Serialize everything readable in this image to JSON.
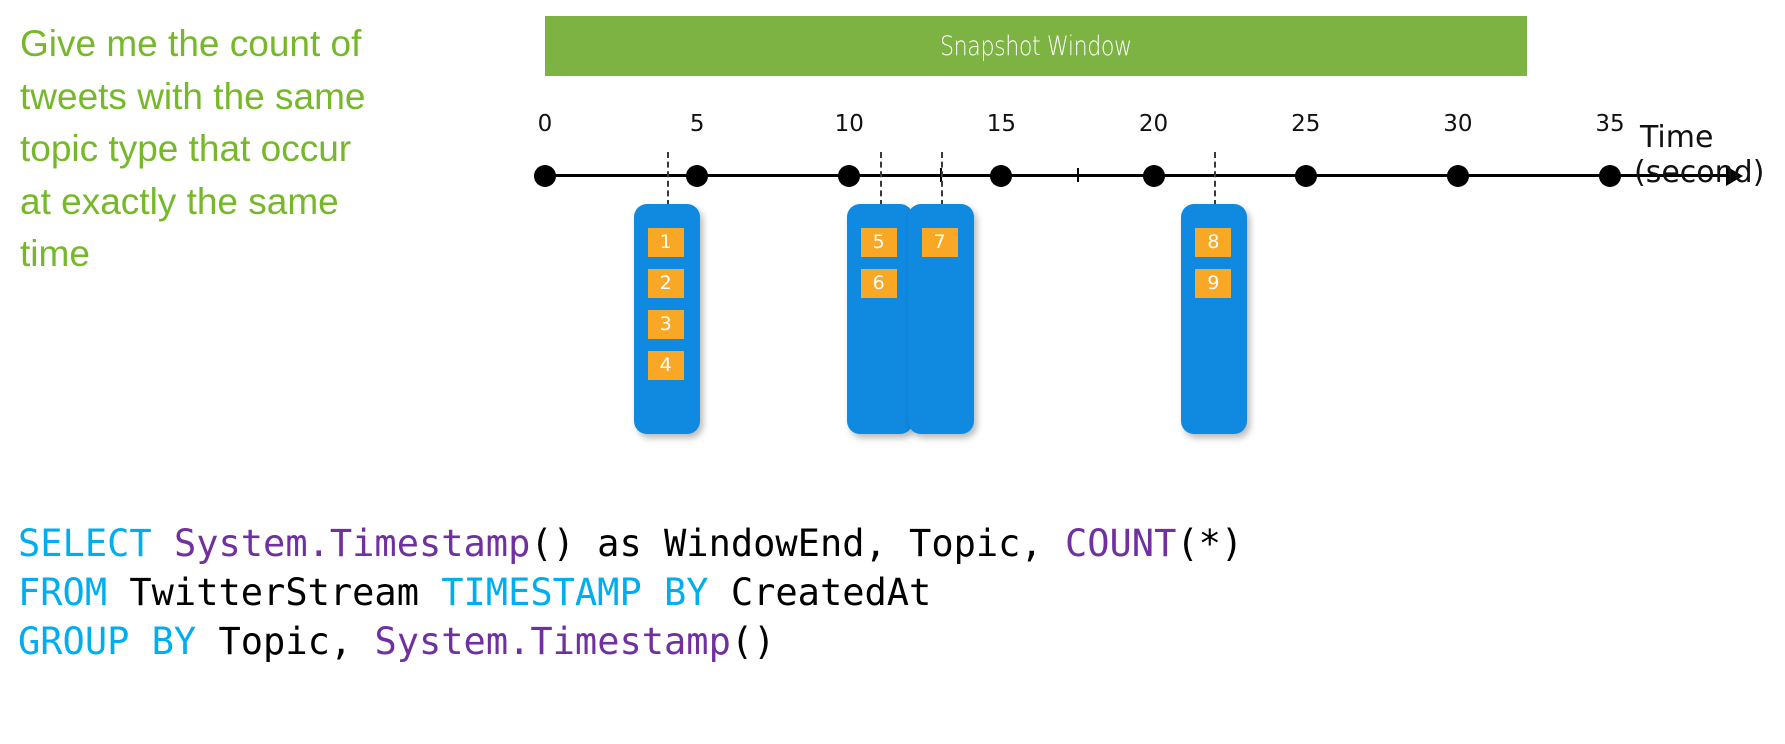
{
  "question": {
    "text": "Give me the count of\ntweets with the same\ntopic type that occur\nat exactly the same\ntime",
    "color": "#76B82A"
  },
  "snapshot_bar": {
    "label": "Snapshot Window",
    "background": "#7CB342",
    "text_color": "#FFFFFF"
  },
  "timeline": {
    "axis_caption_line1": "Time",
    "axis_caption_line2": "(second)",
    "tick_labels": [
      "0",
      "5",
      "10",
      "15",
      "20",
      "25",
      "30",
      "35"
    ],
    "tick_values": [
      0,
      5,
      10,
      15,
      20,
      25,
      30,
      35
    ],
    "axis_color": "#000000"
  },
  "event_groups": [
    {
      "name": "group-at-4",
      "time": 4,
      "badges": [
        "1",
        "2",
        "3",
        "4"
      ],
      "box_color": "#1089E0",
      "badge_color": "#F9A825"
    },
    {
      "name": "group-at-11",
      "time": 11,
      "badges": [
        "5",
        "6"
      ],
      "box_color": "#1089E0",
      "badge_color": "#F9A825"
    },
    {
      "name": "group-at-13",
      "time": 13,
      "badges": [
        "7"
      ],
      "box_color": "#1089E0",
      "badge_color": "#F9A825"
    },
    {
      "name": "group-at-22",
      "time": 22,
      "badges": [
        "8",
        "9"
      ],
      "box_color": "#1089E0",
      "badge_color": "#F9A825"
    }
  ],
  "sql": {
    "keyword_color": "#00AEEF",
    "function_color": "#7030A0",
    "identifier_color": "#000000",
    "lines": [
      [
        {
          "t": "SELECT",
          "c": "kw"
        },
        {
          "t": " ",
          "c": "id"
        },
        {
          "t": "System.Timestamp",
          "c": "fn"
        },
        {
          "t": "() as WindowEnd, Topic, ",
          "c": "id"
        },
        {
          "t": "COUNT",
          "c": "fn"
        },
        {
          "t": "(*)",
          "c": "id"
        }
      ],
      [
        {
          "t": "FROM",
          "c": "kw"
        },
        {
          "t": " TwitterStream ",
          "c": "id"
        },
        {
          "t": "TIMESTAMP BY",
          "c": "kw"
        },
        {
          "t": " CreatedAt",
          "c": "id"
        }
      ],
      [
        {
          "t": "GROUP BY",
          "c": "kw"
        },
        {
          "t": " Topic, ",
          "c": "id"
        },
        {
          "t": "System.Timestamp",
          "c": "fn"
        },
        {
          "t": "()",
          "c": "id"
        }
      ]
    ]
  }
}
